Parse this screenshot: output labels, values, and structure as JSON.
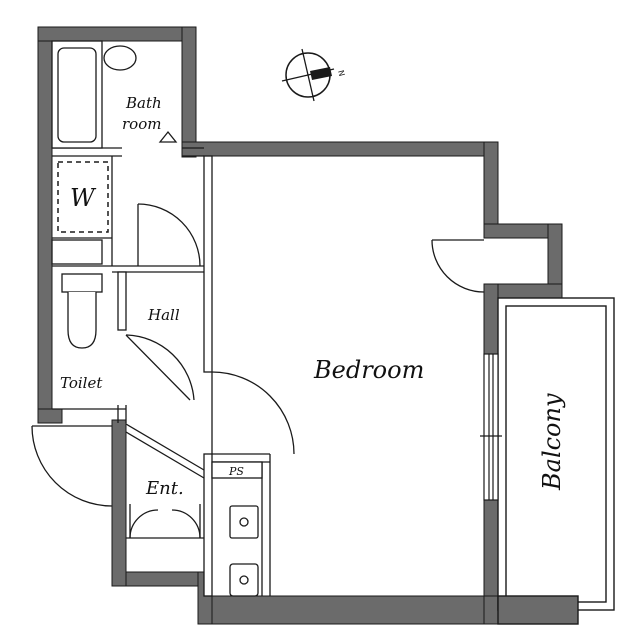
{
  "rooms": {
    "bath": [
      "Bath",
      "room"
    ],
    "washer": "W",
    "hall": "Hall",
    "toilet": "Toilet",
    "bedroom": "Bedroom",
    "balcony": "Balcony",
    "entrance": "Ent.",
    "pipe_space": "PS"
  },
  "compass": {
    "north_label": "N"
  },
  "colors": {
    "wall": "#6b6b6b",
    "line": "#1a1a1a",
    "background": "#ffffff"
  }
}
